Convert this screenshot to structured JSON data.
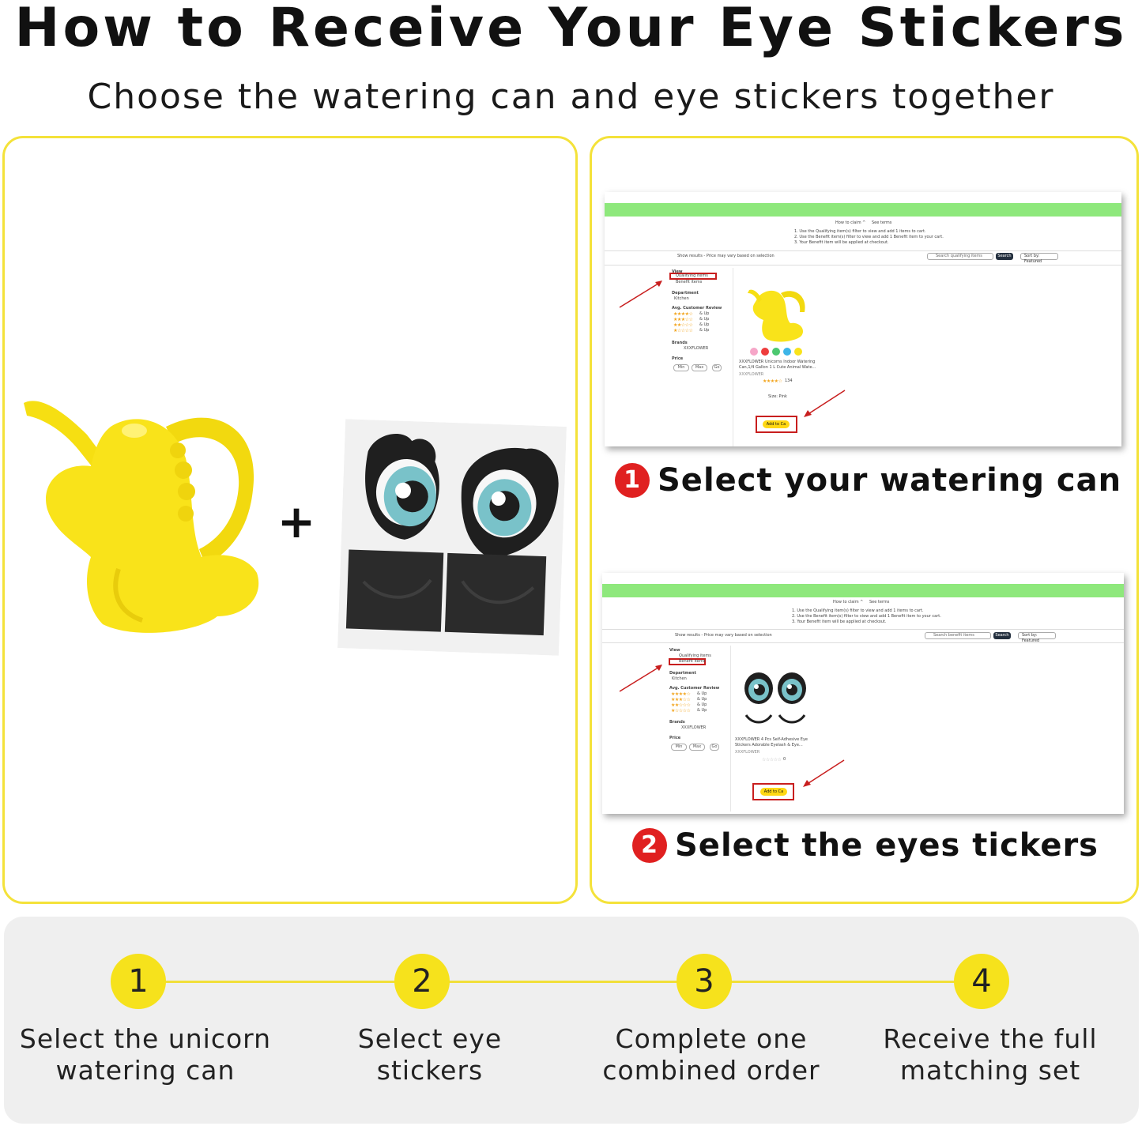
{
  "header": {
    "title": "How to Receive Your Eye Stickers",
    "subtitle": "Choose the watering can and eye stickers together"
  },
  "left_panel": {
    "plus": "+",
    "product_1": "watering-can-image",
    "product_2": "eye-sticker-sheet-image"
  },
  "screenshot_1": {
    "how_to_claim": "How to claim ^",
    "see_terms": "See terms",
    "instruction_1": "1. Use the Qualifying item(s) filter to view and add 1 items to cart.",
    "instruction_2": "2. Use the Benefit item(s) filter to view and add 1 Benefit item to your cart.",
    "instruction_3": "3. Your        Benefit item will be applied at checkout.",
    "show_results": "Show results - Price may vary based on selection",
    "search_placeholder": "Search qualifying items",
    "search_button": "Search",
    "sort": "Sort by: Featured",
    "view_label": "View",
    "view_option_1": "Qualifying items",
    "view_option_2": "Benefit items",
    "department_label": "Department",
    "department_value": "Kitchen",
    "review_label": "Avg. Customer Review",
    "and_up": "& Up",
    "brands_label": "Brands",
    "brand_value": "XXXFLOWER",
    "price_label": "Price",
    "min": "Min",
    "max": "Max",
    "go": "Go",
    "product_title_1": "XXXFLOWER Unicorns Indoor Watering",
    "product_title_2": "Can,1/4 Gallon 1 L Cute Animal Wate...",
    "product_brand": "XXXFLOWER",
    "rating_count": "134",
    "size": "Size: Pink",
    "cart_button": "Add to Ca"
  },
  "screenshot_2": {
    "how_to_claim": "How to claim ^",
    "see_terms": "See terms",
    "instruction_1": "1. Use the Qualifying item(s) filter to view and add 1 items to cart.",
    "instruction_2": "2. Use the Benefit item(s) filter to view and add 1 Benefit item to your cart.",
    "instruction_3": "3. Your        Benefit item will be applied at checkout.",
    "show_results": "Show results - Price may vary based on selection",
    "search_placeholder": "Search benefit items",
    "search_button": "Search",
    "sort": "Sort by: Featured",
    "view_label": "View",
    "view_option_1": "Qualifying items",
    "view_option_2": "Benefit items",
    "department_label": "Department",
    "department_value": "Kitchen",
    "review_label": "Avg. Customer Review",
    "and_up": "& Up",
    "brands_label": "Brands",
    "brand_value": "XXXFLOWER",
    "price_label": "Price",
    "min": "Min",
    "max": "Max",
    "go": "Go",
    "product_title_1": "XXXFLOWER 4 Pcs Self-Adhesive Eye",
    "product_title_2": "Stickers Adorable Eyelash & Eye...",
    "product_brand": "XXXFLOWER",
    "rating_count": "0",
    "cart_button": "Add to Ca"
  },
  "captions": {
    "step1_num": "1",
    "step1": "Select your watering can",
    "step2_num": "2",
    "step2": "Select the eyes tickers"
  },
  "steps": [
    {
      "num": "1",
      "line1": "Select the unicorn",
      "line2": "watering can"
    },
    {
      "num": "2",
      "line1": "Select eye",
      "line2": "stickers"
    },
    {
      "num": "3",
      "line1": "Complete one",
      "line2": "combined order"
    },
    {
      "num": "4",
      "line1": "Receive the full",
      "line2": "matching set"
    }
  ],
  "colors": {
    "accent_yellow": "#f6e21c",
    "panel_border": "#f4e23a",
    "red": "#e02020",
    "green_bar": "#8ee87c",
    "steps_bg": "#efefef"
  }
}
